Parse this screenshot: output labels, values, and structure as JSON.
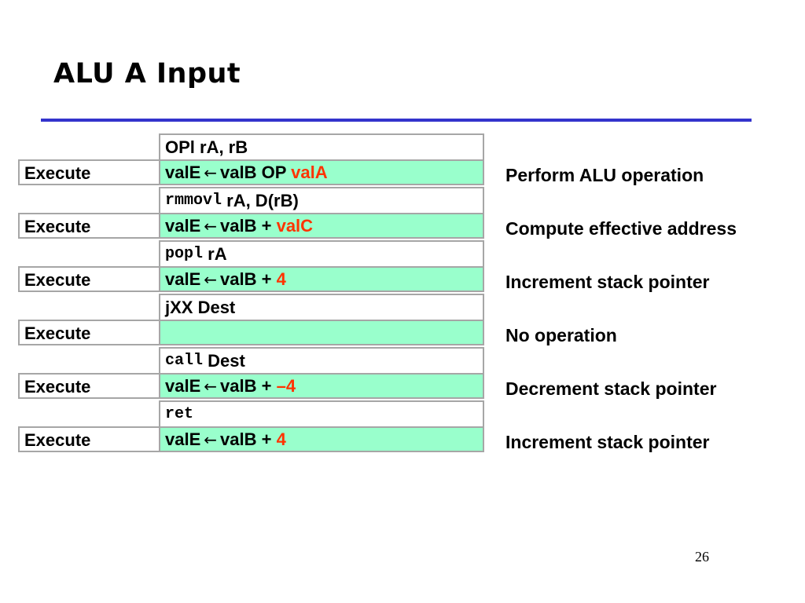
{
  "slide": {
    "title": "ALU A Input",
    "page_number": "26",
    "colors": {
      "rule": "#3333cc",
      "operation_bg": "#99ffcc",
      "highlight": "#ff3300",
      "border": "#a6a6a6"
    }
  },
  "rows": [
    {
      "instruction": {
        "mono": "",
        "text": "OPl rA, rB"
      },
      "stage": "Execute",
      "operation": {
        "lhs": "valE",
        "arrow": "←",
        "rhs": "valB OP ",
        "highlight": "valA"
      },
      "description": "Perform ALU operation"
    },
    {
      "instruction": {
        "mono": "rmmovl",
        "text": " rA, D(rB)"
      },
      "stage": "Execute",
      "operation": {
        "lhs": "valE",
        "arrow": "←",
        "rhs": "valB + ",
        "highlight": "valC"
      },
      "description": "Compute effective address"
    },
    {
      "instruction": {
        "mono": "popl",
        "text": " rA"
      },
      "stage": "Execute",
      "operation": {
        "lhs": "valE",
        "arrow": "←",
        "rhs": "valB + ",
        "highlight": "4"
      },
      "description": "Increment stack pointer"
    },
    {
      "instruction": {
        "mono": "",
        "text": "jXX Dest"
      },
      "stage": "Execute",
      "operation": null,
      "description": "No operation"
    },
    {
      "instruction": {
        "mono": "call",
        "text": " Dest"
      },
      "stage": "Execute",
      "operation": {
        "lhs": "valE",
        "arrow": "←",
        "rhs": "valB + ",
        "highlight": "–4"
      },
      "description": "Decrement stack pointer"
    },
    {
      "instruction": {
        "mono": "ret",
        "text": ""
      },
      "stage": "Execute",
      "operation": {
        "lhs": "valE",
        "arrow": "←",
        "rhs": "valB + ",
        "highlight": "4"
      },
      "description": "Increment stack pointer"
    }
  ]
}
